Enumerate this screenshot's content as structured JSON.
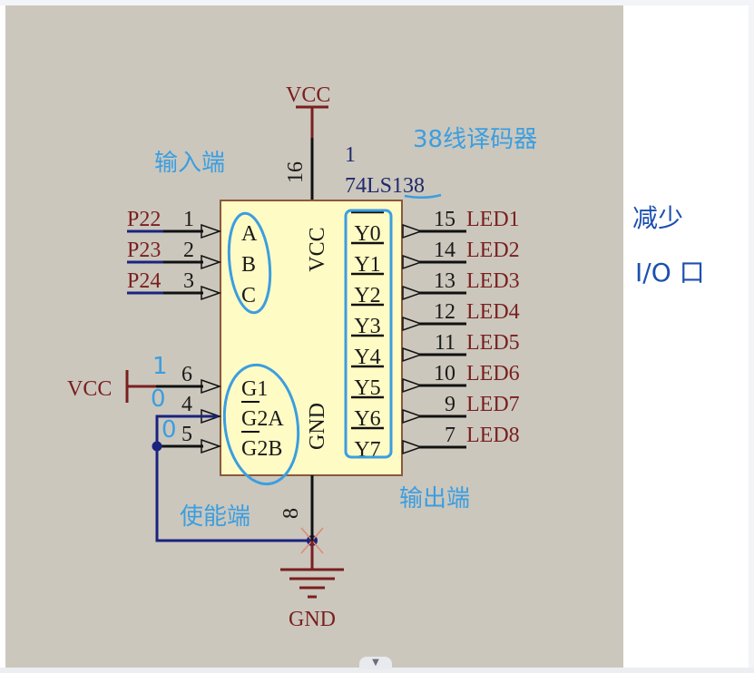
{
  "schematic": {
    "chip": {
      "designator": "1",
      "part_number": "74LS138",
      "power_label": "VCC",
      "ground_label": "GND",
      "left_pins": [
        {
          "pin": "1",
          "name": "A",
          "net": "P22"
        },
        {
          "pin": "2",
          "name": "B",
          "net": "P23"
        },
        {
          "pin": "3",
          "name": "C",
          "net": "P24"
        },
        {
          "pin": "6",
          "name": "G1",
          "net": "VCC"
        },
        {
          "pin": "4",
          "name": "G2A",
          "net": ""
        },
        {
          "pin": "5",
          "name": "G2B",
          "net": ""
        }
      ],
      "top_pin": {
        "pin": "16",
        "net": "VCC"
      },
      "bottom_pin": {
        "pin": "8",
        "net": "GND"
      },
      "right_pins": [
        {
          "pin": "15",
          "name": "Y0",
          "net": "LED1"
        },
        {
          "pin": "14",
          "name": "Y1",
          "net": "LED2"
        },
        {
          "pin": "13",
          "name": "Y2",
          "net": "LED3"
        },
        {
          "pin": "12",
          "name": "Y3",
          "net": "LED4"
        },
        {
          "pin": "11",
          "name": "Y4",
          "net": "LED5"
        },
        {
          "pin": "10",
          "name": "Y5",
          "net": "LED6"
        },
        {
          "pin": "9",
          "name": "Y6",
          "net": "LED7"
        },
        {
          "pin": "7",
          "name": "Y7",
          "net": "LED8"
        }
      ]
    },
    "power_symbols": {
      "vcc_top": "VCC",
      "vcc_left": "VCC",
      "gnd": "GND"
    }
  },
  "annotations": {
    "input_side": "输入端",
    "decoder_type": "38线译码器",
    "output_side": "输出端",
    "enable_side": "使能端",
    "g1_level": "1",
    "g2a_level": "0",
    "g2b_level": "0"
  },
  "side_notes": {
    "line1": "减少",
    "line2": "I/O 口"
  },
  "colors": {
    "canvas_bg": "#cbc7bd",
    "chip_fill": "#fffbc4",
    "chip_border": "#8a5a3a",
    "wire": "#111111",
    "power_wire": "#7a1f1f",
    "bus_wire": "#1a237e",
    "annotation_ink": "#3b9ee0",
    "note_ink": "#1c4fb0"
  },
  "ui": {
    "scroll_toggle_icon": "▼"
  }
}
